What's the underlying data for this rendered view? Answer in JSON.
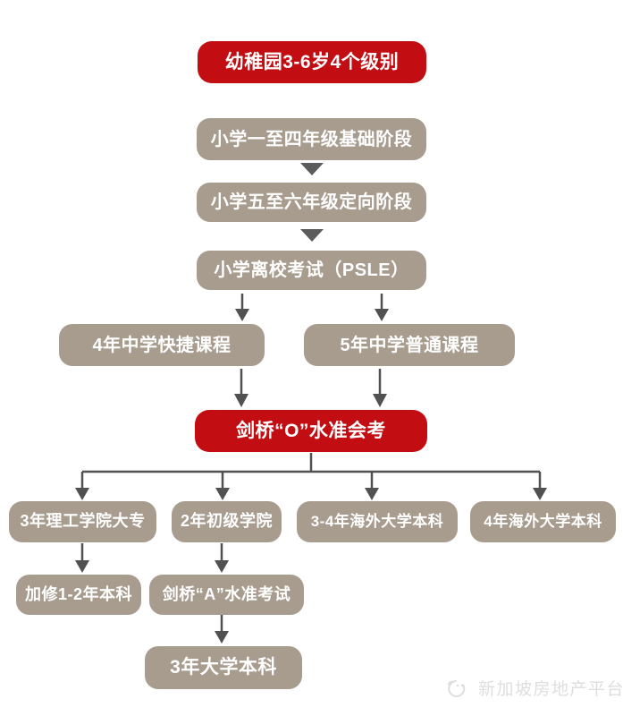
{
  "colors": {
    "red": "#c20e13",
    "taupe": "#a89c8e",
    "arrow": "#515151",
    "triangle": "#5c5c5c",
    "watermark": "#dedede",
    "text": "#ffffff"
  },
  "diagram": {
    "type": "flowchart",
    "nodes": {
      "kindergarten": {
        "label": "幼稚园3-6岁4个级别"
      },
      "primary_1_4": {
        "label": "小学一至四年级基础阶段"
      },
      "primary_5_6": {
        "label": "小学五至六年级定向阶段"
      },
      "psle": {
        "label": "小学离校考试（PSLE）"
      },
      "secondary_express": {
        "label": "4年中学快捷课程"
      },
      "secondary_normal": {
        "label": "5年中学普通课程"
      },
      "o_level": {
        "label": "剑桥“O”水准会考"
      },
      "polytechnic": {
        "label": "3年理工学院大专"
      },
      "junior_college": {
        "label": "2年初级学院"
      },
      "overseas_3_4": {
        "label": "3-4年海外大学本科"
      },
      "overseas_4": {
        "label": "4年海外大学本科"
      },
      "topup_degree": {
        "label": "加修1-2年本科"
      },
      "a_level": {
        "label": "剑桥“A”水准考试"
      },
      "university_3": {
        "label": "3年大学本科"
      }
    },
    "edges": [
      [
        "primary_1_4",
        "primary_5_6"
      ],
      [
        "primary_5_6",
        "psle"
      ],
      [
        "psle",
        "secondary_express"
      ],
      [
        "psle",
        "secondary_normal"
      ],
      [
        "secondary_express",
        "o_level"
      ],
      [
        "secondary_normal",
        "o_level"
      ],
      [
        "o_level",
        "polytechnic"
      ],
      [
        "o_level",
        "junior_college"
      ],
      [
        "o_level",
        "overseas_3_4"
      ],
      [
        "o_level",
        "overseas_4"
      ],
      [
        "polytechnic",
        "topup_degree"
      ],
      [
        "junior_college",
        "a_level"
      ],
      [
        "a_level",
        "university_3"
      ]
    ]
  },
  "watermark": {
    "text": "新加坡房地产平台",
    "logo": "bird-logo"
  }
}
